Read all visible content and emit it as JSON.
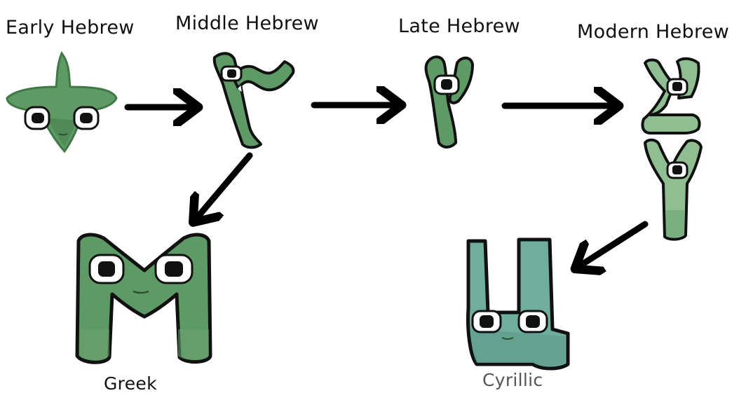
{
  "stages": [
    {
      "id": "early",
      "label": "Early Hebrew"
    },
    {
      "id": "middle",
      "label": "Middle Hebrew"
    },
    {
      "id": "late",
      "label": "Late Hebrew"
    },
    {
      "id": "modern",
      "label": "Modern Hebrew"
    }
  ],
  "branches": [
    {
      "id": "greek",
      "label": "Greek"
    },
    {
      "id": "cyrillic",
      "label": "Cyrillic"
    }
  ],
  "colors": {
    "green": "#5e9a65",
    "green_light": "#8fbe93",
    "green_dark": "#3f7846",
    "teal": "#6fae9c",
    "outline": "#111111",
    "arrow": "#000000"
  }
}
